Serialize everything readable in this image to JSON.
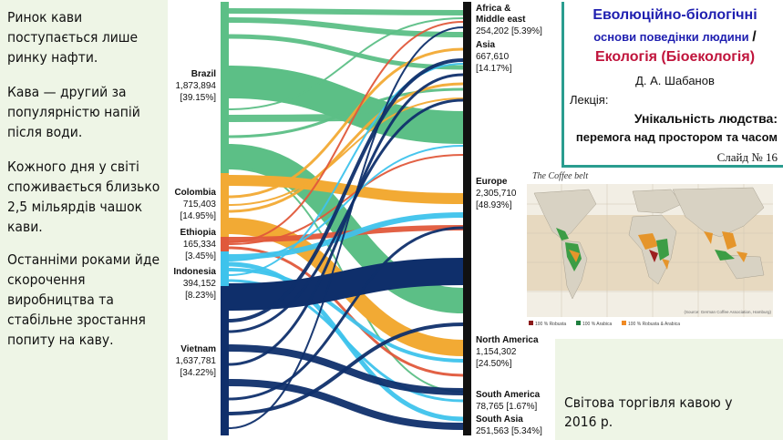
{
  "left_text": [
    "Ринок кави поступається лише ринку нафти.",
    "Кава — другий за популярністю напій після води.",
    "Кожного дня у світі споживається близько 2,5 мільярдів чашок кави.",
    "Останніми роками йде скорочення виробництва та стабільне зростання попиту на каву."
  ],
  "chart_data": {
    "type": "sankey",
    "sources": [
      {
        "name": "Brazil",
        "value": "1,873,894",
        "pct": "[39.15%]",
        "color": "#5cbf86"
      },
      {
        "name": "Colombia",
        "value": "715,403",
        "pct": "[14.95%]",
        "color": "#f2aa34"
      },
      {
        "name": "Ethiopia",
        "value": "165,334",
        "pct": "[3.45%]",
        "color": "#e0583b"
      },
      {
        "name": "Indonesia",
        "value": "394,152",
        "pct": "[8.23%]",
        "color": "#3ec3ec"
      },
      {
        "name": "Vietnam",
        "value": "1,637,781",
        "pct": "[34.22%]",
        "color": "#0f2f6b"
      }
    ],
    "destinations": [
      {
        "name": "Africa & Middle east",
        "value": "254,202",
        "pct": "[5.39%]"
      },
      {
        "name": "Asia",
        "value": "667,610",
        "pct": "[14.17%]"
      },
      {
        "name": "Europe",
        "value": "2,305,710",
        "pct": "[48.93%]"
      },
      {
        "name": "North America",
        "value": "1,154,302",
        "pct": "[24.50%]"
      },
      {
        "name": "South America",
        "value": "78,765",
        "pct": "[1.67%]"
      },
      {
        "name": "South Asia",
        "value": "251,563",
        "pct": "[5.34%]"
      }
    ]
  },
  "title_box": {
    "line1": "Еволюційно-біологічні",
    "line2": "основи поведінки людини",
    "slash": "/",
    "line3": "Екологія (Біоекологія)",
    "author": "Д. А. Шабанов",
    "lecture_label": "Лекція:",
    "topic1": "Унікальність людства:",
    "topic2": "перемога над простором та часом",
    "slide": "Слайд № 16"
  },
  "map": {
    "title": "The Coffee belt",
    "source": "(Source: German Coffee Association, Hamburg)",
    "legend": [
      {
        "label": "100 % Robusta",
        "color": "#8b1a1a"
      },
      {
        "label": "100 % Arabica",
        "color": "#1f7f3f"
      },
      {
        "label": "100 % Robusta & Arabica",
        "color": "#f08a24"
      }
    ],
    "colors": {
      "land": "#d8d2c3",
      "belt": "#e7d9c0",
      "arabica": "#3c9d45",
      "mix": "#e5952b",
      "robusta": "#9c1e1e"
    }
  },
  "caption": "Світова торгівля кавою у 2016 р."
}
